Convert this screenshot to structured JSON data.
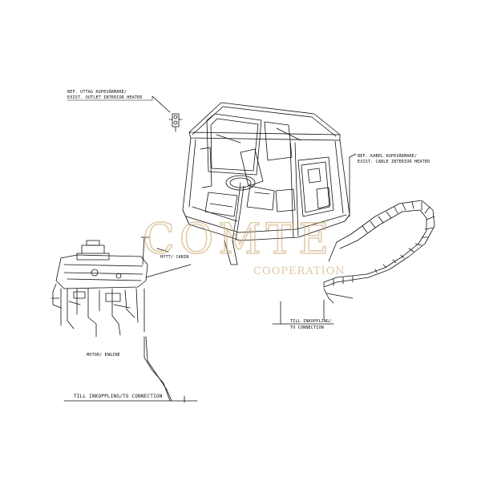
{
  "labels": {
    "outlet_heater_line1": "BEF. UTTAG KUPEVÄRMARE/",
    "outlet_heater_line2": "EXIST. OUTLET INTERIOR HEATER",
    "cable_heater_line1": "BEF. KABEL KUPEVÄRMARE/",
    "cable_heater_line2": "EXIST. CABLE INTERIOR HEATER",
    "cabin": "HYTT/ CABIN",
    "engine": "MOTOR/ ENGINE",
    "connection_right_line1": "TILL INKOPPLING/",
    "connection_right_line2": "TO CONNECTION",
    "connection_bottom": "TILL INKOPPLING/TO CONNECTION"
  },
  "watermark": {
    "main": "COMTE",
    "sub": "COOPERATION",
    "color": "#c9a46a"
  },
  "line_color": "#111111"
}
